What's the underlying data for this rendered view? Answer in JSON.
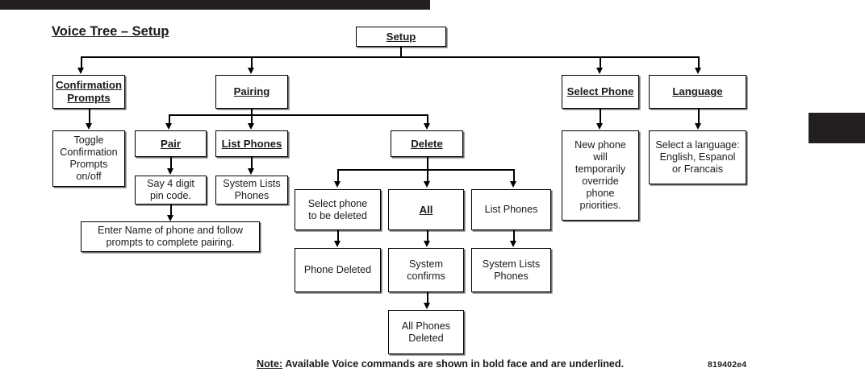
{
  "document": {
    "title": "Voice Tree – Setup",
    "part_number": "819402e4",
    "note_lead": "Note:",
    "note_text": " Available Voice commands are shown in bold face and are underlined.",
    "colors": {
      "ink": "#231f20",
      "line": "#000000",
      "paper": "#ffffff",
      "shadow": "#6f6c6c"
    }
  },
  "diagram": {
    "type": "tree",
    "root": "Setup",
    "nodes": {
      "setup": {
        "label": "Setup",
        "kind": "voice-command"
      },
      "confirmation_prompts": {
        "label_line1": "Confirmation",
        "label_line2": "Prompts",
        "kind": "voice-command"
      },
      "toggle_confirmation": {
        "label_line1": "Toggle",
        "label_line2": "Confirmation",
        "label_line3": "Prompts",
        "label_line4": "on/off",
        "kind": "result"
      },
      "pairing": {
        "label": "Pairing",
        "kind": "voice-command"
      },
      "pair": {
        "label": "Pair",
        "kind": "voice-command"
      },
      "say_pin": {
        "label_line1": "Say 4 digit",
        "label_line2": "pin code.",
        "kind": "result"
      },
      "enter_name": {
        "label_line1": "Enter Name of phone and follow",
        "label_line2": "prompts to complete pairing.",
        "kind": "result"
      },
      "list_phones_pairing": {
        "label": "List Phones",
        "kind": "voice-command"
      },
      "system_lists_phones_pairing": {
        "label_line1": "System Lists",
        "label_line2": "Phones",
        "kind": "result"
      },
      "delete": {
        "label": "Delete",
        "kind": "voice-command"
      },
      "select_phone_deleted": {
        "label_line1": "Select phone",
        "label_line2": "to be deleted",
        "kind": "result"
      },
      "phone_deleted": {
        "label": "Phone Deleted",
        "kind": "result"
      },
      "all": {
        "label": "All",
        "kind": "voice-command"
      },
      "system_confirms": {
        "label_line1": "System",
        "label_line2": "confirms",
        "kind": "result"
      },
      "all_phones_deleted": {
        "label_line1": "All Phones",
        "label_line2": "Deleted",
        "kind": "result"
      },
      "list_phones_delete": {
        "label": "List Phones",
        "kind": "result"
      },
      "system_lists_phones_delete": {
        "label_line1": "System Lists",
        "label_line2": "Phones",
        "kind": "result"
      },
      "select_phone": {
        "label": "Select Phone",
        "kind": "voice-command"
      },
      "new_phone_override": {
        "label_line1": "New phone",
        "label_line2": "will",
        "label_line3": "temporarily",
        "label_line4": "override",
        "label_line5": "phone",
        "label_line6": "priorities.",
        "kind": "result"
      },
      "language": {
        "label": "Language",
        "kind": "voice-command"
      },
      "select_language": {
        "label_line1": "Select a language:",
        "label_line2": "English, Espanol",
        "label_line3": "or Francais",
        "kind": "result"
      }
    },
    "edges": [
      {
        "from": "setup",
        "to": "confirmation_prompts"
      },
      {
        "from": "setup",
        "to": "pairing"
      },
      {
        "from": "setup",
        "to": "select_phone"
      },
      {
        "from": "setup",
        "to": "language"
      },
      {
        "from": "confirmation_prompts",
        "to": "toggle_confirmation"
      },
      {
        "from": "pairing",
        "to": "pair"
      },
      {
        "from": "pairing",
        "to": "list_phones_pairing"
      },
      {
        "from": "pairing",
        "to": "delete"
      },
      {
        "from": "pair",
        "to": "say_pin"
      },
      {
        "from": "say_pin",
        "to": "enter_name"
      },
      {
        "from": "list_phones_pairing",
        "to": "system_lists_phones_pairing"
      },
      {
        "from": "delete",
        "to": "select_phone_deleted"
      },
      {
        "from": "delete",
        "to": "all"
      },
      {
        "from": "delete",
        "to": "list_phones_delete"
      },
      {
        "from": "select_phone_deleted",
        "to": "phone_deleted"
      },
      {
        "from": "all",
        "to": "system_confirms"
      },
      {
        "from": "system_confirms",
        "to": "all_phones_deleted"
      },
      {
        "from": "list_phones_delete",
        "to": "system_lists_phones_delete"
      },
      {
        "from": "select_phone",
        "to": "new_phone_override"
      },
      {
        "from": "language",
        "to": "select_language"
      }
    ]
  }
}
